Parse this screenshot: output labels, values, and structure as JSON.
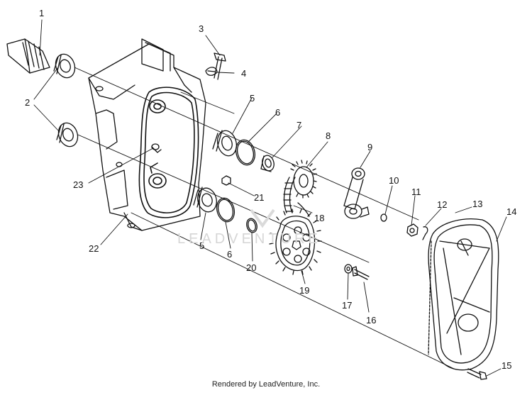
{
  "diagram": {
    "callouts": {
      "c1": "1",
      "c2": "2",
      "c3": "3",
      "c4": "4",
      "c5a": "5",
      "c5b": "5",
      "c6a": "6",
      "c6b": "6",
      "c7": "7",
      "c8": "8",
      "c9": "9",
      "c10": "10",
      "c11": "11",
      "c12": "12",
      "c13": "13",
      "c14": "14",
      "c15": "15",
      "c16": "16",
      "c17": "17",
      "c18": "18",
      "c19": "19",
      "c20": "20",
      "c21": "21",
      "c22": "22",
      "c23": "23"
    },
    "watermark": "LEADVENTURE",
    "footer": "Rendered by LeadVenture, Inc."
  }
}
